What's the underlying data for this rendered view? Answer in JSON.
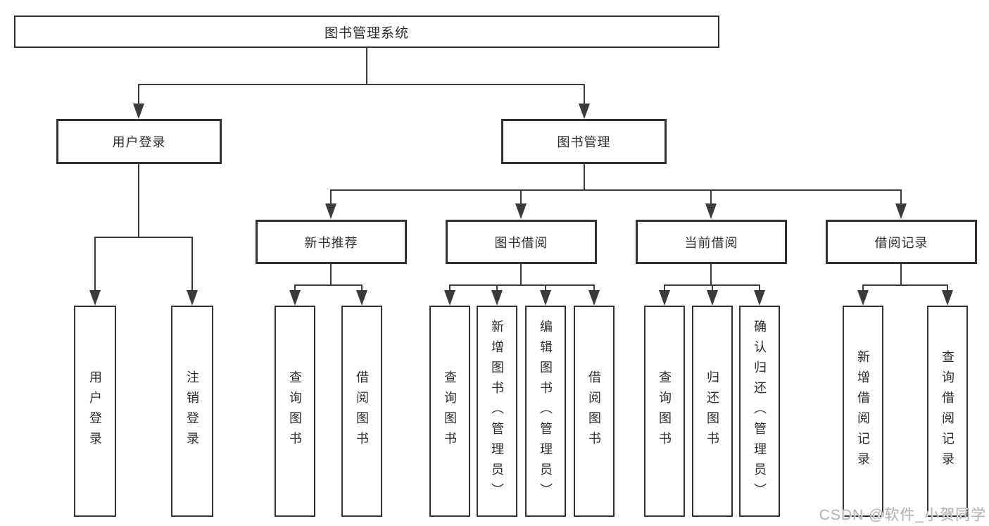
{
  "diagram": {
    "root": "图书管理系统",
    "level2": [
      "用户登录",
      "图书管理"
    ],
    "level3": [
      "新书推荐",
      "图书借阅",
      "当前借阅",
      "借阅记录"
    ],
    "leaves_user_login": [
      "用户登录",
      "注销登录"
    ],
    "leaves_new_book": [
      "查询图书",
      "借阅图书"
    ],
    "leaves_book_borrow": [
      "查询图书",
      "新增图书（管理员）",
      "编辑图书（管理员）",
      "借阅图书"
    ],
    "leaves_current_borrow": [
      "查询图书",
      "归还图书",
      "确认归还（管理员）"
    ],
    "leaves_borrow_record": [
      "新增借阅记录",
      "查询借阅记录"
    ],
    "watermark": "CSDN @软件_小贺同学",
    "colors": {
      "line": "#3a3a3a",
      "box_border": "#333333",
      "text": "#2e2e2e",
      "watermark": "#b3b3b3",
      "background": "#ffffff"
    }
  }
}
